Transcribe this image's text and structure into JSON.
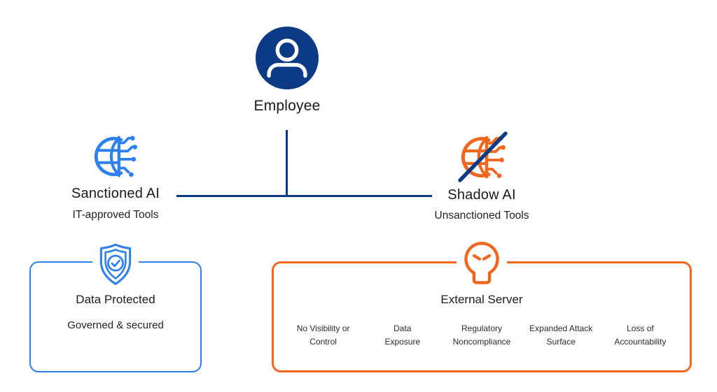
{
  "colors": {
    "navy": "#0d3a85",
    "blue": "#2e80ec",
    "orange": "#f2671f",
    "text_primary": "#1d1d1f"
  },
  "employee": {
    "label": "Employee",
    "icon": "person-avatar-icon"
  },
  "branches": {
    "sanctioned": {
      "title": "Sanctioned AI",
      "subtitle": "IT-approved Tools",
      "icon": "globe-circuit-icon"
    },
    "shadow": {
      "title": "Shadow AI",
      "subtitle": "Unsanctioned Tools",
      "icon": "globe-circuit-slash-icon"
    }
  },
  "protected_box": {
    "icon": "shield-check-icon",
    "title": "Data Protected",
    "subtitle": "Governed & secured"
  },
  "risk_box": {
    "icon": "skull-icon",
    "title": "External Server",
    "risks": [
      {
        "line1": "No Visibility or",
        "line2": "Control"
      },
      {
        "line1": "Data",
        "line2": "Exposure"
      },
      {
        "line1": "Regulatory",
        "line2": "Noncompliance"
      },
      {
        "line1": "Expanded Attack",
        "line2": "Surface"
      },
      {
        "line1": "Loss of",
        "line2": "Accountability"
      }
    ]
  }
}
